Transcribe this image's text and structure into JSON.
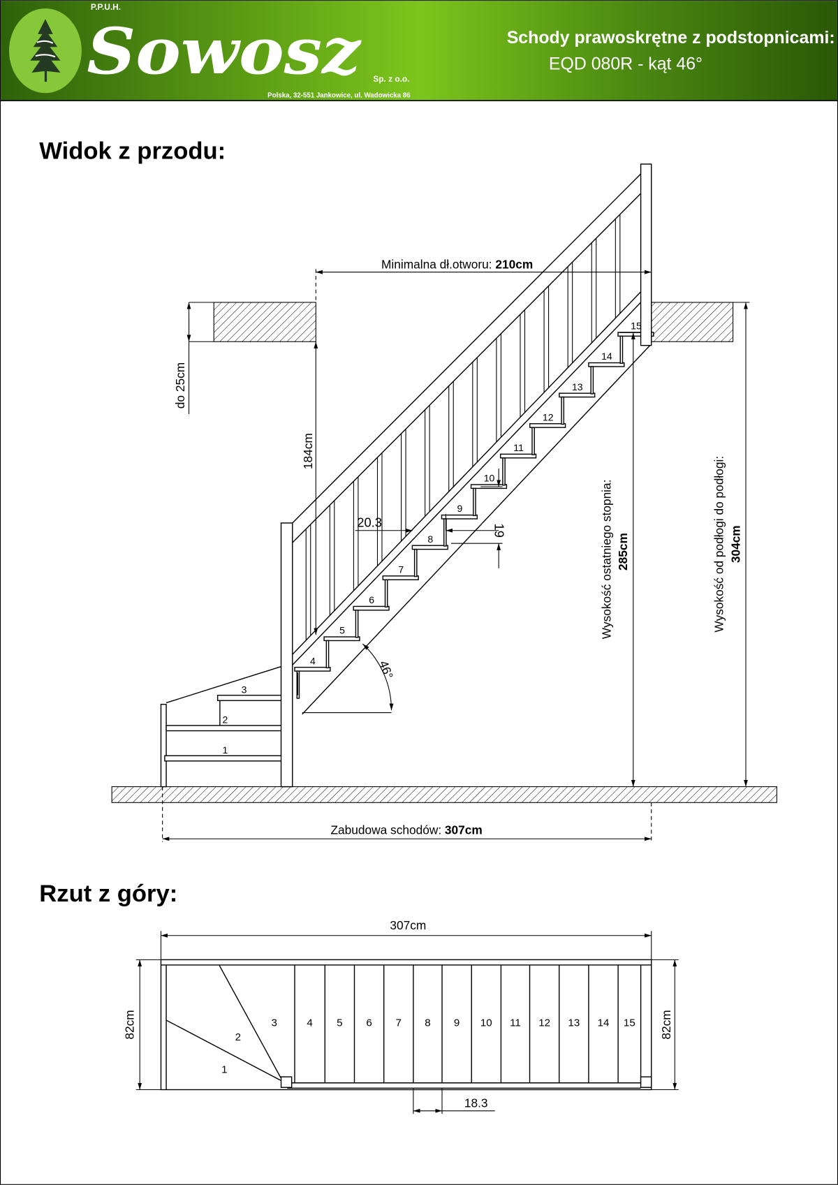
{
  "header": {
    "company_prefix": "P.P.U.H.",
    "company_name": "Sowosz",
    "company_suffix": "Sp. z o.o.",
    "address": "Polska, 32-551 Jankowice, ul. Wadowicka 86",
    "title_line1": "Schody prawoskrętne z podstopnicami:",
    "title_line2": "EQD 080R - kąt 46°",
    "colors": {
      "dark_green": "#2e620a",
      "light_green": "#7cc51c",
      "logo_oval": "#86c83a",
      "tree": "#243a22"
    }
  },
  "front_view": {
    "heading": "Widok z przodu:",
    "opening_label": "Minimalna dł.otworu: ",
    "opening_value": "210cm",
    "ceiling_label": "do 25cm",
    "height_184": "184cm",
    "tread_depth": "20.3",
    "riser_height": "19",
    "angle": "46°",
    "last_step_label": "Wysokość ostatniego stopnia:",
    "last_step_value": "285cm",
    "floor_label": "Wysokość od podłogi do podłogi:",
    "floor_value": "304cm",
    "build_label": "Zabudowa schodów: ",
    "build_value": "307cm",
    "step_numbers": [
      "1",
      "2",
      "3",
      "4",
      "5",
      "6",
      "7",
      "8",
      "9",
      "10",
      "11",
      "12",
      "13",
      "14",
      "15"
    ]
  },
  "top_view": {
    "heading": "Rzut z góry:",
    "length": "307cm",
    "width_left": "82cm",
    "width_right": "82cm",
    "step_width": "18.3",
    "step_numbers": [
      "1",
      "2",
      "3",
      "4",
      "5",
      "6",
      "7",
      "8",
      "9",
      "10",
      "11",
      "12",
      "13",
      "14",
      "15"
    ]
  }
}
